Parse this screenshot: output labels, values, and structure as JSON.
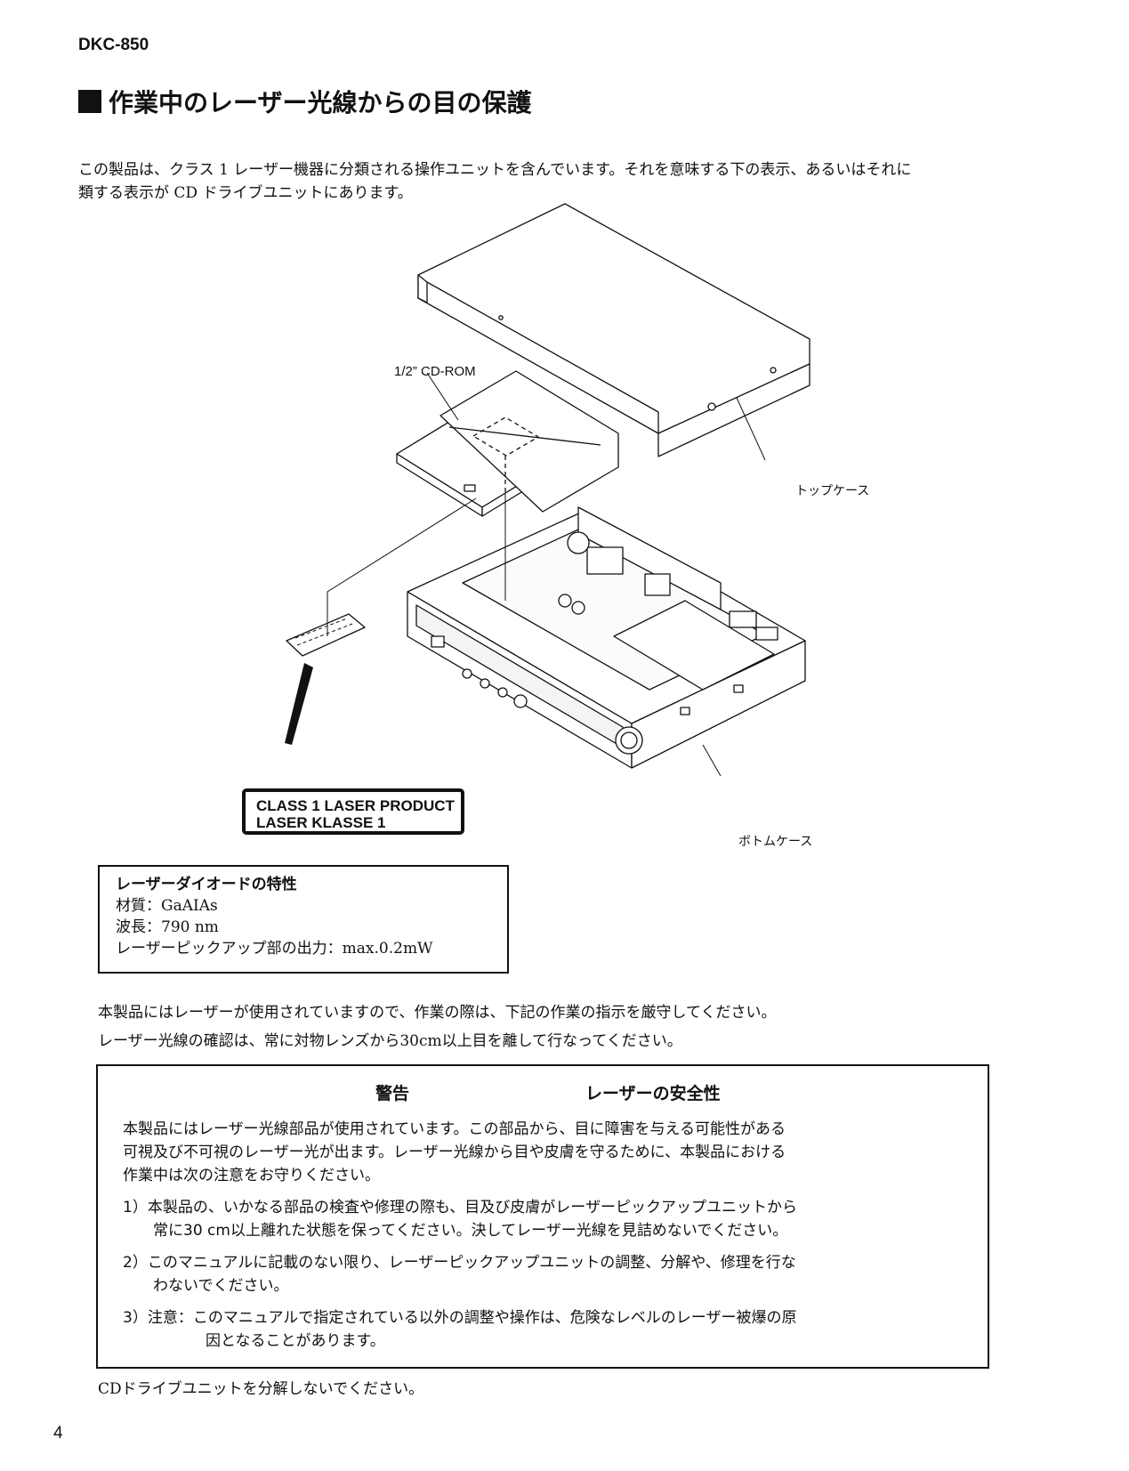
{
  "header": {
    "model": "DKC-850"
  },
  "page_title": "作業中のレーザー光線からの目の保護",
  "intro": {
    "line1": "この製品は、クラス 1 レーザー機器に分類される操作ユニットを含んでいます。それを意味する下の表示、あるいはそれに",
    "line2": "類する表示が CD ドライブユニットにあります。"
  },
  "figure": {
    "cdrom_label": "1/2” CD-ROM",
    "top_case_label": "トップケース",
    "bottom_case_label": "ボトムケース",
    "laser_label": {
      "line1": "CLASS 1 LASER PRODUCT",
      "line2": "LASER KLASSE 1"
    }
  },
  "diode_spec": {
    "heading": "レーザーダイオードの特性",
    "material": "材質：GaAIAs",
    "wavelength": "波長：790 nm",
    "output": "レーザーピックアップ部の出力：max.0.2mW"
  },
  "notice": {
    "line1": "本製品にはレーザーが使用されていますので、作業の際は、下記の作業の指示を厳守してください。",
    "line2": "レーザー光線の確認は、常に対物レンズから30cm以上目を離して行なってください。"
  },
  "warning": {
    "label": "警告",
    "title": "レーザーの安全性",
    "intro_lines": [
      "本製品にはレーザー光線部品が使用されています。この部品から、目に障害を与える可能性がある",
      "可視及び不可視のレーザー光が出ます。レーザー光線から目や皮膚を守るために、本製品における",
      "作業中は次の注意をお守りください。"
    ],
    "item1_line1": "1）本製品の、いかなる部品の検査や修理の際も、目及び皮膚がレーザーピックアップユニットから",
    "item1_line2": "常に30 cm以上離れた状態を保ってください。決してレーザー光線を見詰めないでください。",
    "item2_line1": "2）このマニュアルに記載のない限り、レーザーピックアップユニットの調整、分解や、修理を行な",
    "item2_line2": "わないでください。",
    "item3_line1": "3）注意：このマニュアルで指定されている以外の調整や操作は、危険なレベルのレーザー被爆の原",
    "item3_line2": "因となることがあります。"
  },
  "footer_note": "CDドライブユニットを分解しないでください。",
  "page_number": "4"
}
